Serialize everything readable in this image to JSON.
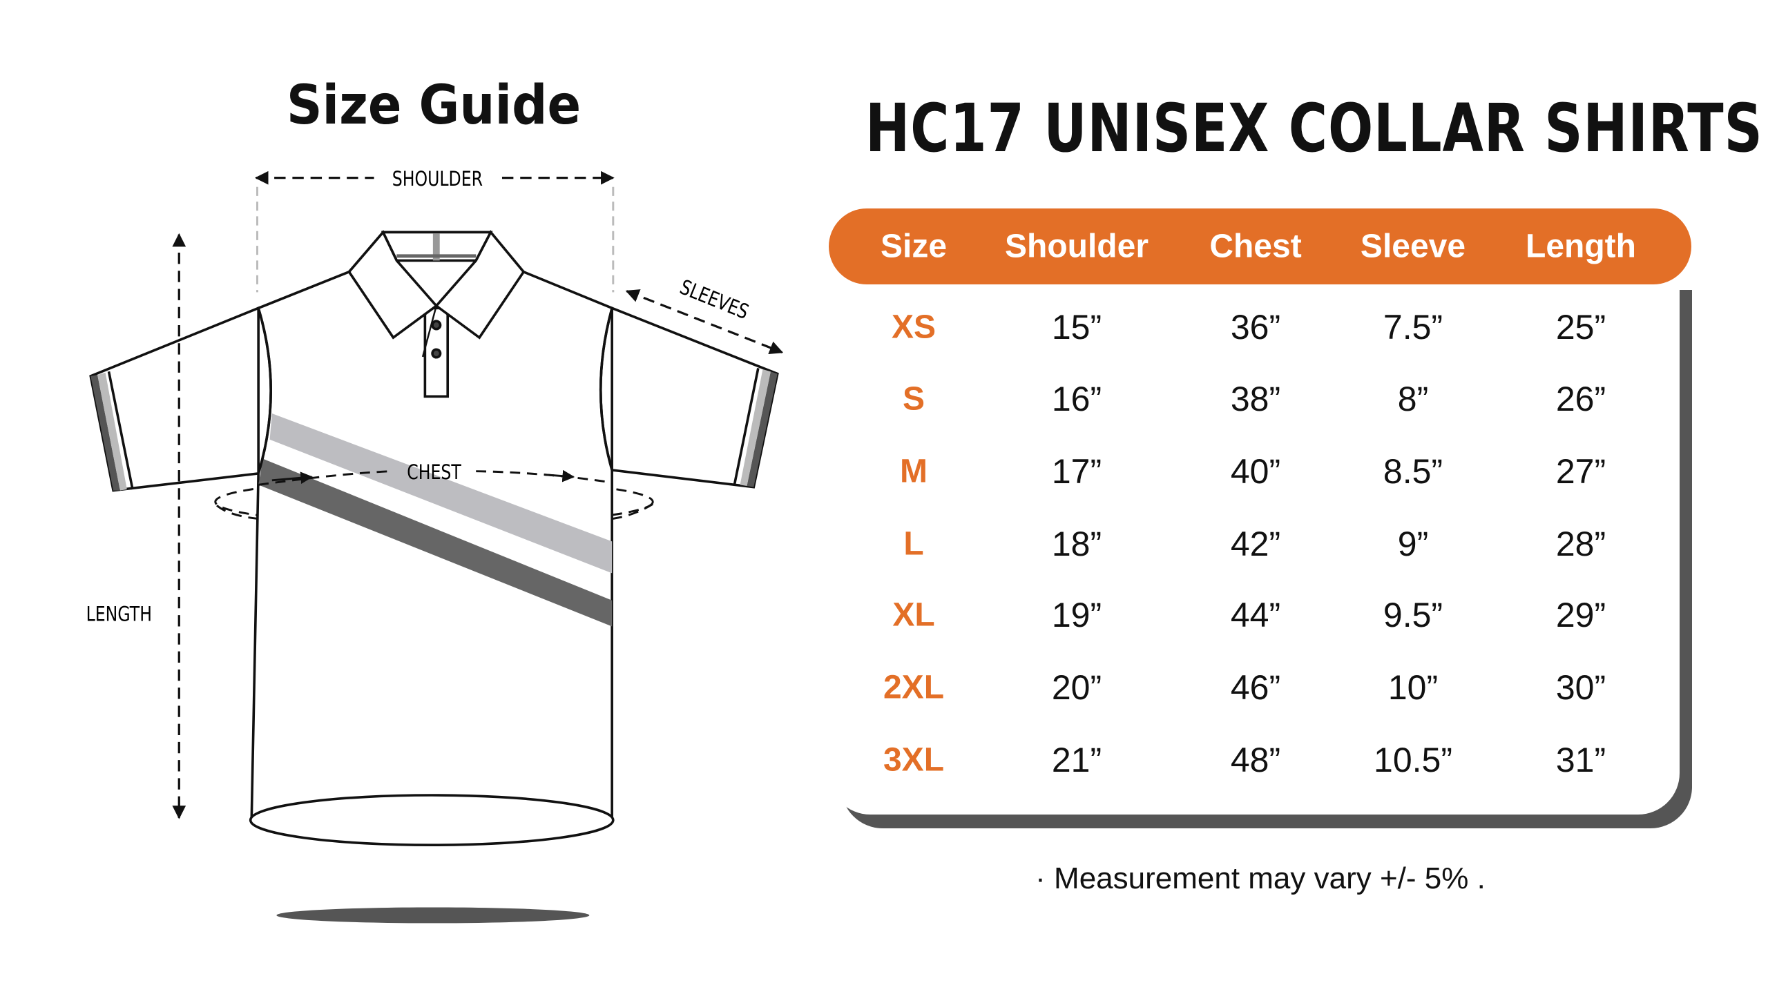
{
  "guide": {
    "title": "Size Guide",
    "labels": {
      "shoulder": "SHOULDER",
      "sleeves": "SLEEVES",
      "chest": "CHEST",
      "length": "LENGTH"
    }
  },
  "chart": {
    "title": "HC17 UNISEX COLLAR SHIRTS",
    "headers": [
      "Size",
      "Shoulder",
      "Chest",
      "Sleeve",
      "Length"
    ],
    "rows": [
      [
        "XS",
        "15”",
        "36”",
        "7.5”",
        "25”"
      ],
      [
        "S",
        "16”",
        "38”",
        "8”",
        "26”"
      ],
      [
        "M",
        "17”",
        "40”",
        "8.5”",
        "27”"
      ],
      [
        "L",
        "18”",
        "42”",
        "9”",
        "28”"
      ],
      [
        "XL",
        "19”",
        "44”",
        "9.5”",
        "29”"
      ],
      [
        "2XL",
        "20”",
        "46”",
        "10”",
        "30”"
      ],
      [
        "3XL",
        "21”",
        "48”",
        "10.5”",
        "31”"
      ]
    ],
    "note": "· Measurement may vary +/- 5% ."
  },
  "colors": {
    "accent": "#E36F27",
    "shadow": "#555555",
    "stripe_light": "#BDBDC1",
    "stripe_dark": "#666666"
  }
}
